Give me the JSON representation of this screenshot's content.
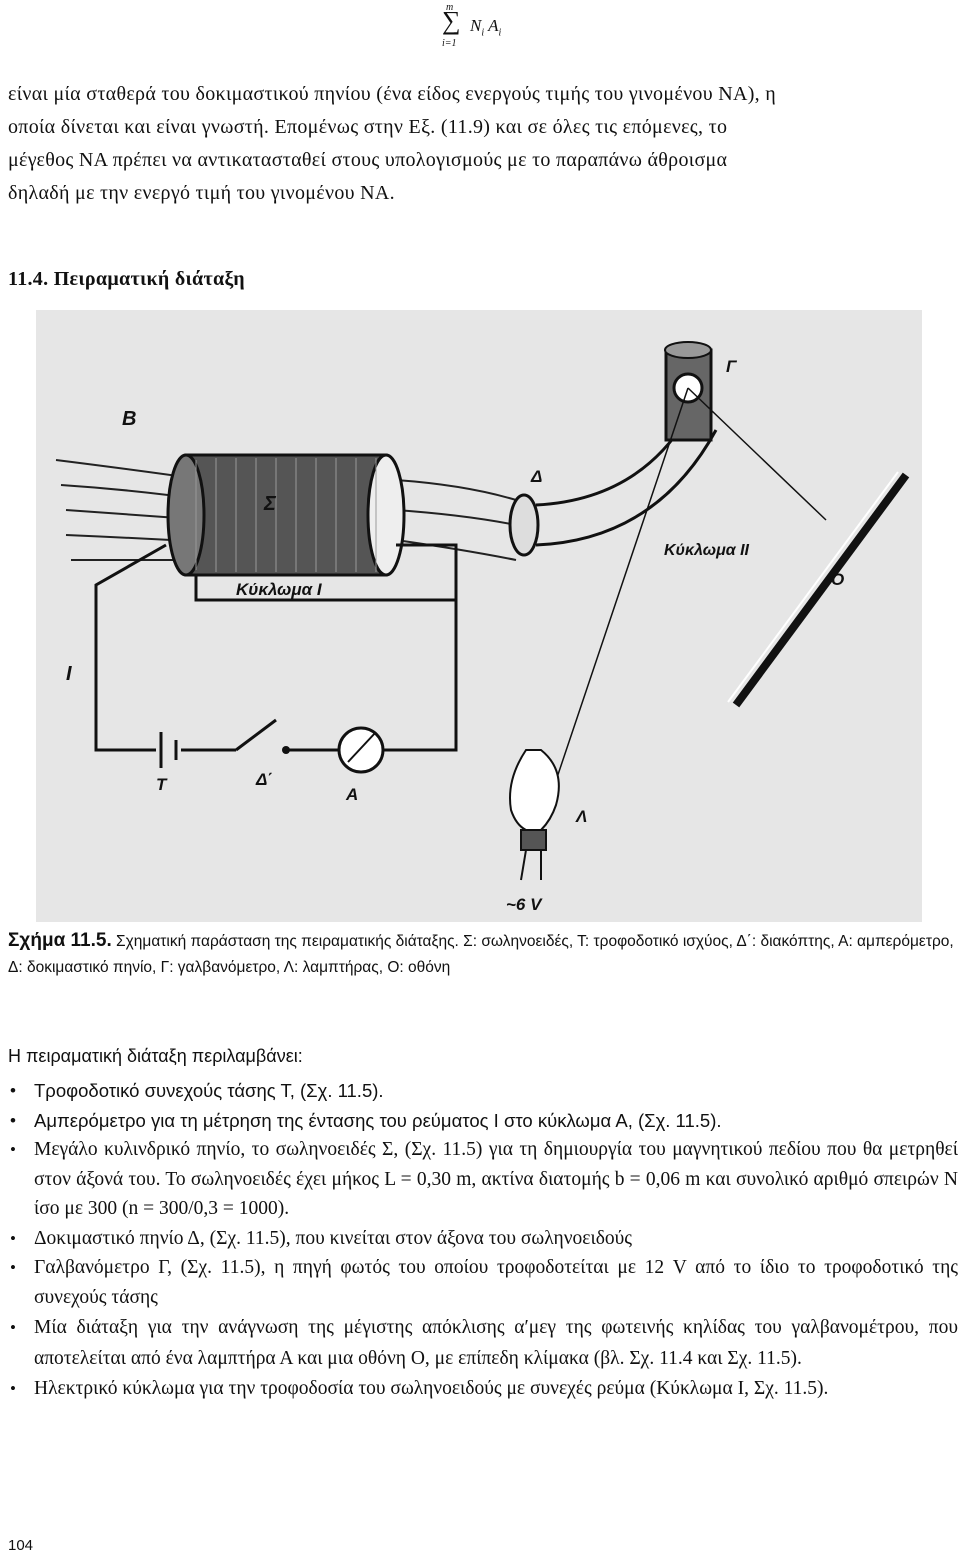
{
  "formula": {
    "top": "m",
    "sigma": "∑",
    "bottom": "i=1",
    "term": "N",
    "sub_i": "i",
    "term2": "A",
    "sub_i2": "i"
  },
  "paragraph": [
    "είναι μία σταθερά του δοκιμαστικού πηνίου (ένα είδος ενεργούς τιμής του γινομένου ΝΑ), η",
    "οποία δίνεται και είναι γνωστή. Επομένως στην Εξ. (11.9) και σε όλες τις επόμενες, το",
    "μέγεθος ΝΑ πρέπει να αντικατασταθεί στους υπολογισμούς με το παραπάνω άθροισμα",
    "δηλαδή με την ενεργό τιμή του γινομένου ΝΑ."
  ],
  "heading": "11.4.  Πειραματική διάταξη",
  "figure_labels": {
    "B": "B",
    "S": "Σ",
    "circuit1": "Κύκλωμα Ι",
    "D": "Δ",
    "G": "Γ",
    "circuit2": "Κύκλωμα ΙΙ",
    "O": "O",
    "I": "I",
    "T": "T",
    "Dp": "Δ΄",
    "A": "A",
    "L": "Λ",
    "volt": "~6 V"
  },
  "caption": {
    "lead": "Σχήμα 11.5.",
    "text": " Σχηματική παράσταση της πειραματικής διάταξης. Σ: σωληνοειδές, Τ: τροφοδοτικό ισχύος, Δ΄: διακόπτης, Α: αμπερόμετρο, Δ: δοκιμαστικό πηνίο, Γ: γαλβανόμετρο, Λ: λαμπτήρας, Ο: οθόνη"
  },
  "intro": "Η πειραματική διάταξη περιλαμβάνει:",
  "items": [
    "Τροφοδοτικό συνεχούς τάσης Τ, (Σχ. 11.5).",
    "Αμπερόμετρο για τη μέτρηση της έντασης του ρεύματος Ι στο κύκλωμα Α, (Σχ. 11.5).",
    "Μεγάλο κυλινδρικό πηνίο, το σωληνοειδές Σ, (Σχ. 11.5) για τη δημιουργία του μαγνητικού πεδίου που θα μετρηθεί στον άξονά του. Το σωληνοειδές έχει μήκος L = 0,30 m, ακτίνα διατομής b = 0,06 m και συνολικό αριθμό σπειρών N ίσο με 300 (n = 300/0,3 = 1000).",
    "Δοκιμαστικό πηνίο Δ, (Σχ. 11.5), που κινείται στον άξονα του σωληνοειδούς",
    "Γαλβανόμετρο Γ, (Σχ. 11.5), η πηγή φωτός του οποίου τροφοδοτείται με 12 V από το ίδιο το τροφοδοτικό της συνεχούς τάσης",
    "Μία διάταξη για την ανάγνωση της μέγιστης απόκλισης α′μεγ της φωτεινής κηλίδας του γαλβανομέτρου, που αποτελείται από ένα λαμπτήρα Α και μια οθόνη Ο, με επίπεδη κλίμακα (βλ. Σχ. 11.4 και Σχ. 11.5).",
    "Ηλεκτρικό κύκλωμα για την τροφοδοσία του σωληνοειδούς με συνεχές ρεύμα (Κύκλωμα Ι, Σχ. 11.5)."
  ],
  "page_number": "104"
}
